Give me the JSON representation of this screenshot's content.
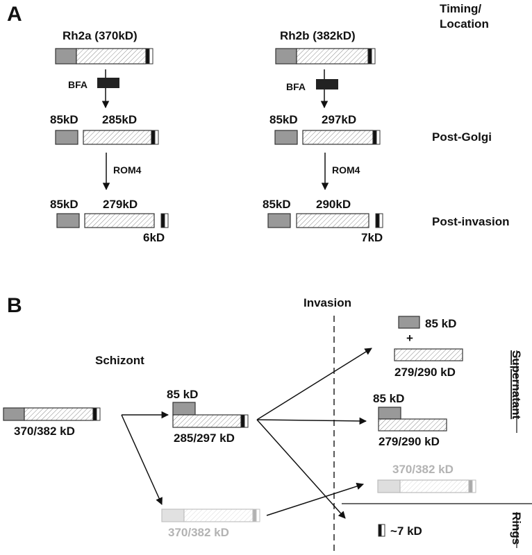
{
  "panelA": {
    "letter": "A",
    "timing_line1": "Timing/",
    "timing_line2": "Location",
    "rh2a": {
      "title": "Rh2a (370kD)",
      "bfa": "BFA",
      "rom4": "ROM4",
      "postgolgi_n": "85kD",
      "postgolgi_c": "285kD",
      "postinv_n": "85kD",
      "postinv_c": "279kD",
      "tail": "6kD"
    },
    "rh2b": {
      "title": "Rh2b (382kD)",
      "bfa": "BFA",
      "rom4": "ROM4",
      "postgolgi_n": "85kD",
      "postgolgi_c": "297kD",
      "postinv_n": "85kD",
      "postinv_c": "290kD",
      "tail": "7kD"
    },
    "stage_postgolgi": "Post-Golgi",
    "stage_postinvasion": "Post-invasion"
  },
  "panelB": {
    "letter": "B",
    "invasion": "Invasion",
    "schizont": "Schizont",
    "full_label": "370/382 kD",
    "mid_n_label": "85 kD",
    "mid_c_label": "285/297 kD",
    "ghost_label": "370/382 kD",
    "sup1_n": "85 kD",
    "plus": "+",
    "sup1_c": "279/290 kD",
    "sup2_n": "85 kD",
    "sup2_c": "279/290 kD",
    "sup3_label": "370/382 kD",
    "rings_tail": "~7 kD",
    "supernatant": "Supernatant",
    "rings": "Rings"
  },
  "colors": {
    "n_domain": "#999999",
    "outline": "#333333",
    "ghost": "#b3b3b3",
    "bfa_block": "#222222"
  }
}
